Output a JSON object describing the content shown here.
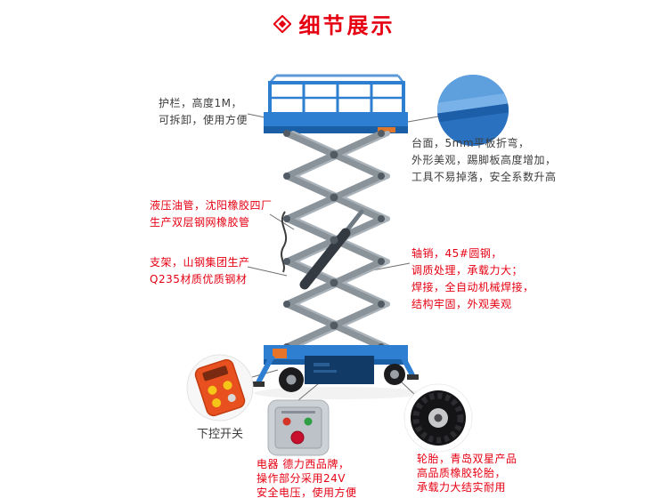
{
  "header": {
    "title": "细节展示"
  },
  "icons": {
    "header": "diamond-icon"
  },
  "colors": {
    "accent_red": "#e60012",
    "text_dark": "#3d3d3d",
    "lift_blue": "#2e7fd2",
    "lift_blue_dark": "#1a5fa6",
    "scissor_gray": "#8a929a",
    "remote_orange": "#e8511f",
    "tire_black": "#141416"
  },
  "callouts": {
    "guardrail": {
      "lines": [
        "护栏，高度1M，",
        "可拆卸，使用方便"
      ]
    },
    "platform": {
      "lines": [
        "台面，5mm平板折弯，",
        "外形美观，踢脚板高度增加，",
        "工具不易掉落，安全系数升高"
      ]
    },
    "hydraulic_hose": {
      "lines": [
        "液压油管，沈阳橡胶四厂",
        "生产双层钢网橡胶管"
      ]
    },
    "bracket": {
      "lines": [
        "支架，山钢集团生产",
        "Q235材质优质钢材"
      ]
    },
    "axle_pin": {
      "lines": [
        "轴销，45#圆钢，",
        "调质处理，承载力大；",
        "焊接，全自动机械焊接，",
        "结构牢固，外观美观"
      ]
    },
    "remote_switch": {
      "label": "下控开关"
    },
    "electrics": {
      "lines": [
        "电器 德力西品牌，",
        "操作部分采用24V",
        "安全电压，使用方便"
      ]
    },
    "tires": {
      "lines": [
        "轮胎，青岛双星产品",
        "高品质橡胶轮胎，",
        "承载力大结实耐用"
      ]
    }
  }
}
